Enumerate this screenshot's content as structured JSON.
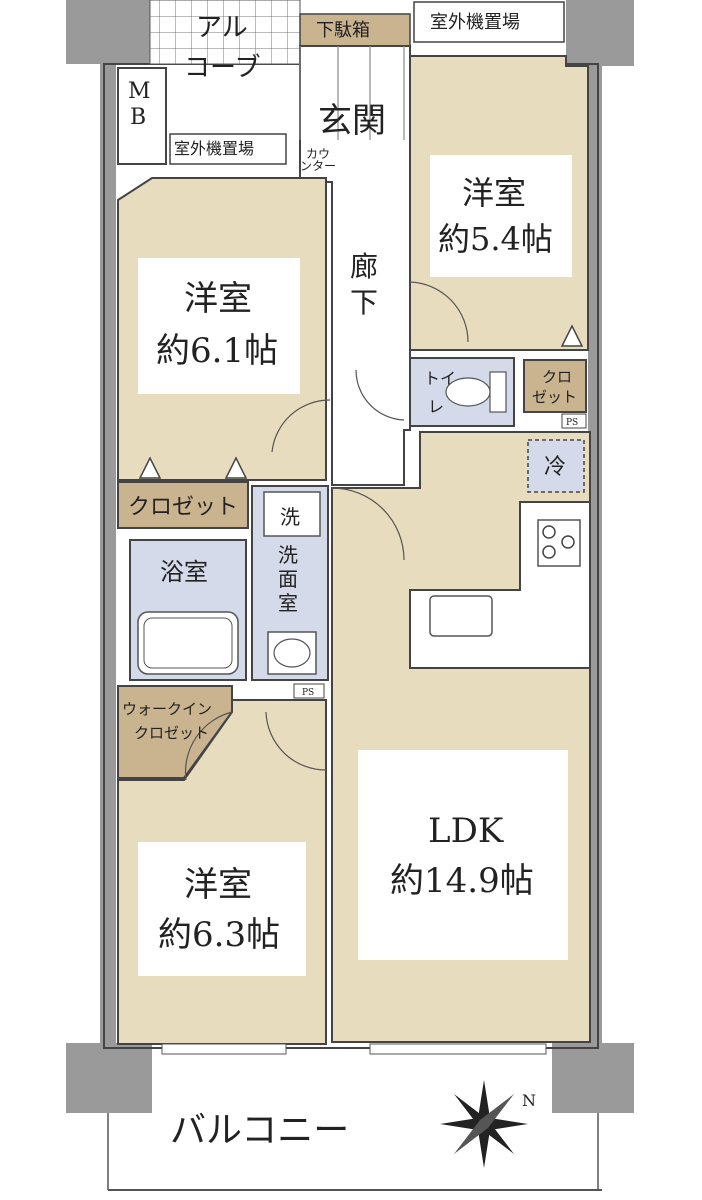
{
  "rooms": {
    "western_5_4": {
      "name": "洋室",
      "size": "約5.4帖"
    },
    "western_6_1": {
      "name": "洋室",
      "size": "約6.1帖"
    },
    "western_6_3": {
      "name": "洋室",
      "size": "約6.3帖"
    },
    "ldk": {
      "name": "LDK",
      "size": "約14.9帖"
    }
  },
  "labels": {
    "alcove_1": "アル",
    "alcove_2": "コーブ",
    "mb_1": "M",
    "mb_2": "B",
    "outdoor_unit_top": "室外機置場",
    "outdoor_unit_mid": "室外機置場",
    "shoe_box": "下駄箱",
    "entrance": "玄関",
    "counter_1": "カウ",
    "counter_2": "ンター",
    "corridor_1": "廊",
    "corridor_2": "下",
    "toilet_1": "トイ",
    "toilet_2": "レ",
    "closet_small_1": "クロ",
    "closet_small_2": "ゼット",
    "ps_top": "PS",
    "fridge": "冷",
    "closet_main": "クロゼット",
    "washer": "洗",
    "bath": "浴室",
    "wash_room_1": "洗",
    "wash_room_2": "面",
    "wash_room_3": "室",
    "ps_bottom": "PS",
    "walkin_1": "ウォークイン",
    "walkin_2": "クロゼット",
    "balcony": "バルコニー",
    "north": "N"
  },
  "colors": {
    "room_fill": "#e8dcbf",
    "closet_fill": "#c9b48f",
    "wet_fill": "#d5daea",
    "wall": "#9a9a9a",
    "floor_white": "#ffffff"
  }
}
